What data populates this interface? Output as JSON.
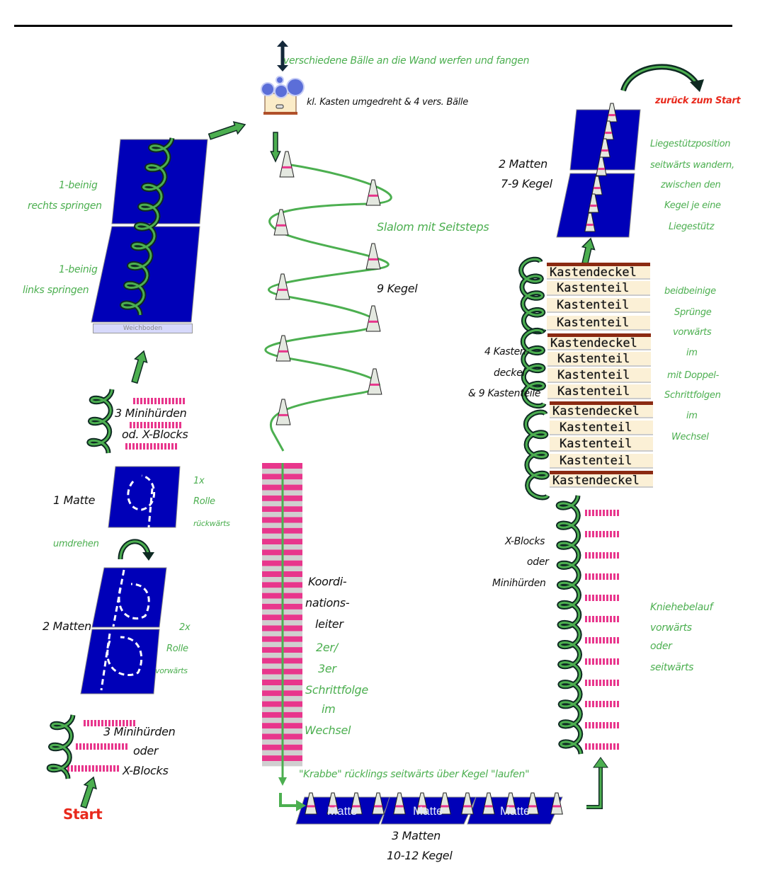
{
  "colors": {
    "mat": "#0000b8",
    "green_text": "#4caf50",
    "red_text": "#e8291c",
    "hurdle": "#e8368c",
    "arrow_dark": "#0e2a22",
    "arrow_green": "#4caf50",
    "slalom": "#4caf50",
    "kasten_lid": "#8b2a12",
    "kasten_body": "#fbf0d6"
  },
  "station_balls": {
    "instruction": "verschiedene Bälle an die Wand werfen und fangen",
    "setup": "kl. Kasten umgedreht & 4 vers. Bälle"
  },
  "station_slalom": {
    "instruction": "Slalom mit Seitsteps",
    "cones": "9 Kegel"
  },
  "station_weichboden": {
    "line1a": "1-beinig",
    "line1b": "rechts springen",
    "line2a": "1-beinig",
    "line2b": "links springen",
    "mat_label": "Weichboden"
  },
  "station_minihurdles_top": {
    "line1": "3 Minihürden",
    "line2": "od. X-Blocks"
  },
  "station_roll_back": {
    "mat": "1 Matte",
    "count": "1x",
    "line1": "Rolle",
    "line2": "rückwärts",
    "turn": "umdrehen"
  },
  "station_roll_forward": {
    "mats": "2 Matten",
    "count": "2x",
    "line1": "Rolle",
    "line2": "vorwärts"
  },
  "station_minihurdles_start": {
    "line1": "3 Minihürden",
    "line2": "oder",
    "line3": "X-Blocks",
    "start": "Start"
  },
  "station_ladder": {
    "l1": "Koordi-",
    "l2": "nations-",
    "l3": "leiter",
    "g1": "2er/",
    "g2": "3er",
    "g3": "Schrittfolge",
    "g4": "im",
    "g5": "Wechsel"
  },
  "station_crab": {
    "instruction": "\"Krabbe\" rücklings seitwärts über Kegel \"laufen\"",
    "mat_label": "Matte",
    "mats": "3 Matten",
    "cones": "10-12 Kegel"
  },
  "station_knee": {
    "b1": "X-Blocks",
    "b2": "oder",
    "b3": "Minihürden",
    "g1": "Kniehebelauf",
    "g2": "vorwärts",
    "g3": "oder",
    "g4": "seitwärts"
  },
  "station_kasten": {
    "b1": "4 Kasten-",
    "b2": "deckel",
    "b3": "& 9 Kastenteile",
    "g1": "beidbeinige",
    "g2": "Sprünge",
    "g3": "vorwärts",
    "g4": "im",
    "g5": "mit Doppel-",
    "g6": "Schrittfolgen",
    "g7": "im",
    "g8": "Wechsel",
    "lid": "Kastendeckel",
    "part": "Kastenteil"
  },
  "station_pushup": {
    "b1": "2 Matten",
    "b2": "7-9 Kegel",
    "g1": "Liegestützposition",
    "g2": "seitwärts wandern,",
    "g3": "zwischen den",
    "g4": "Kegel je eine",
    "g5": "Liegestütz",
    "back": "zurück zum Start"
  }
}
